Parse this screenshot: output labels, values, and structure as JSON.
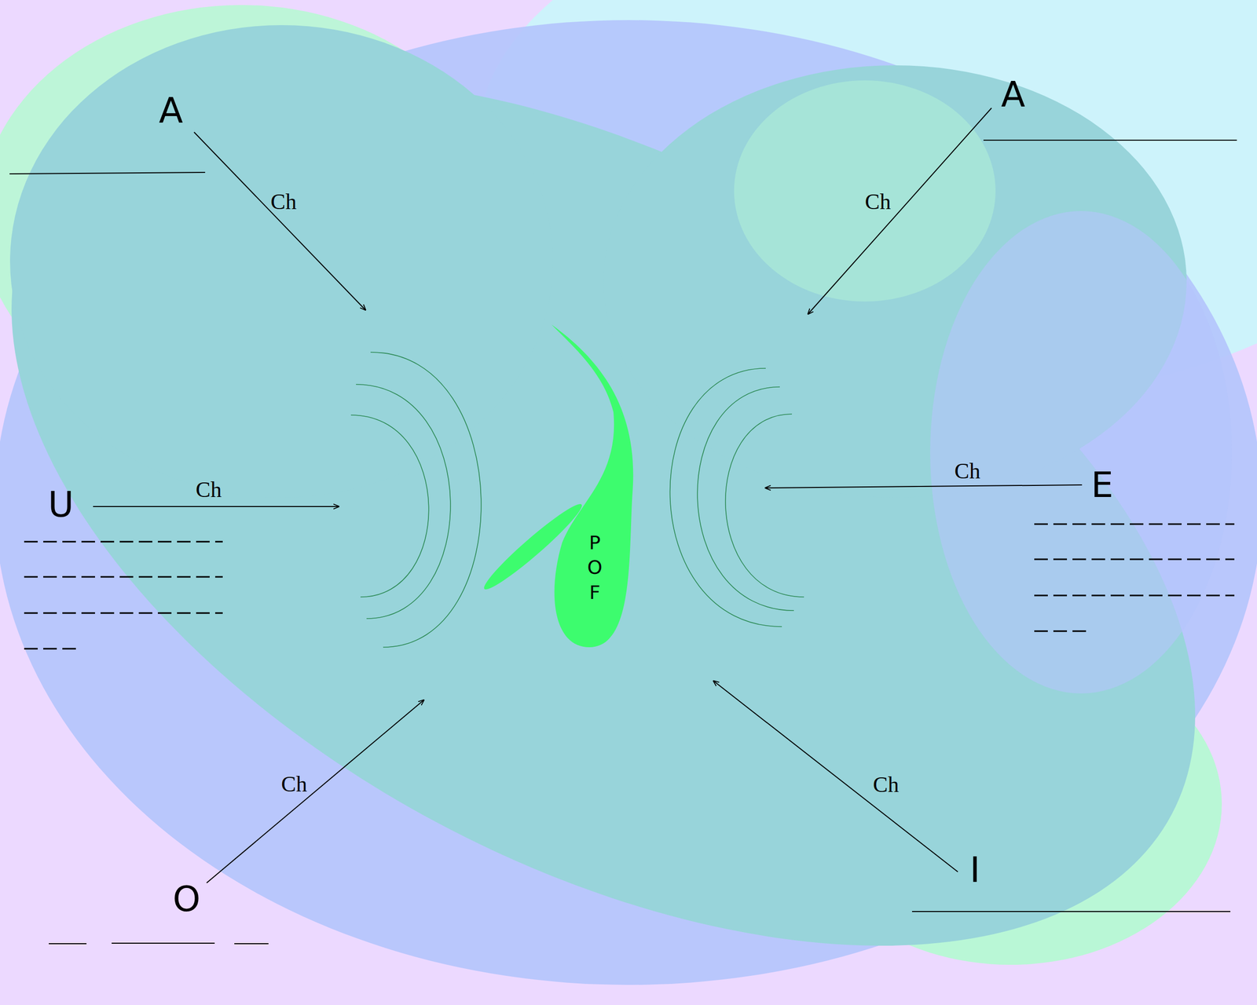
{
  "diagram": {
    "nodes": [
      {
        "text": [
          "P O F"
        ]
      }
    ],
    "labels": [
      "A",
      "Ch",
      "A",
      "Ch",
      "U",
      "Ch",
      "E",
      "Ch",
      "O",
      "Ch",
      "I",
      "Ch"
    ]
  }
}
